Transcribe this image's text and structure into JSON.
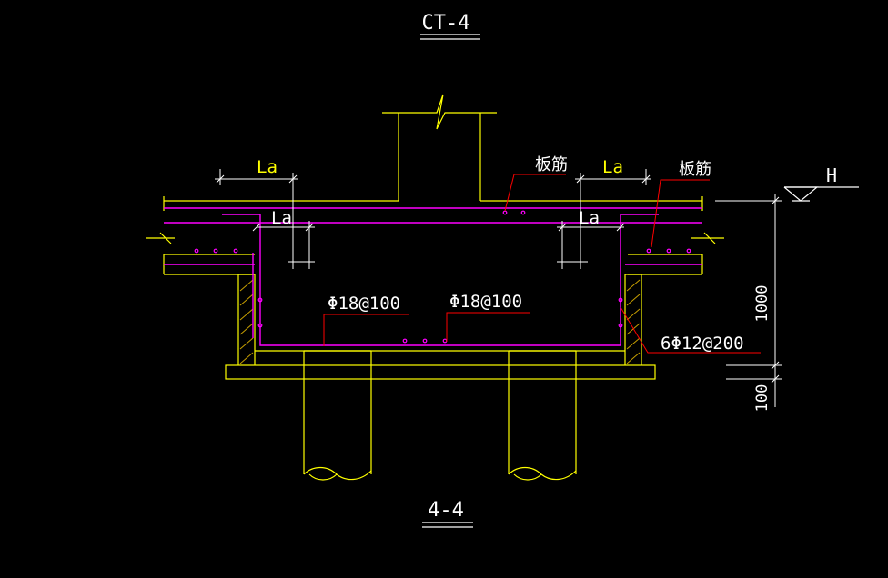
{
  "drawing": {
    "title": "CT-4",
    "section_label": "4-4",
    "labels": {
      "la_top_left": "La",
      "la_top_right": "La",
      "la_inner_left": "La",
      "la_inner_right": "La",
      "slab_rebar_left": "板筋",
      "slab_rebar_right": "板筋",
      "bottom_rebar_left": "Φ18@100",
      "bottom_rebar_right": "Φ18@100",
      "side_rebar": "6Φ12@200",
      "elevation_marker": "H",
      "dim_depth": "1000",
      "dim_bed": "100"
    },
    "colors": {
      "background": "#000000",
      "outline": "#ffff00",
      "rebar": "#ff00ff",
      "leader": "#ff0000",
      "text": "#ffffff",
      "dimension": "#ffffff",
      "hatch": "#c8a000"
    }
  }
}
